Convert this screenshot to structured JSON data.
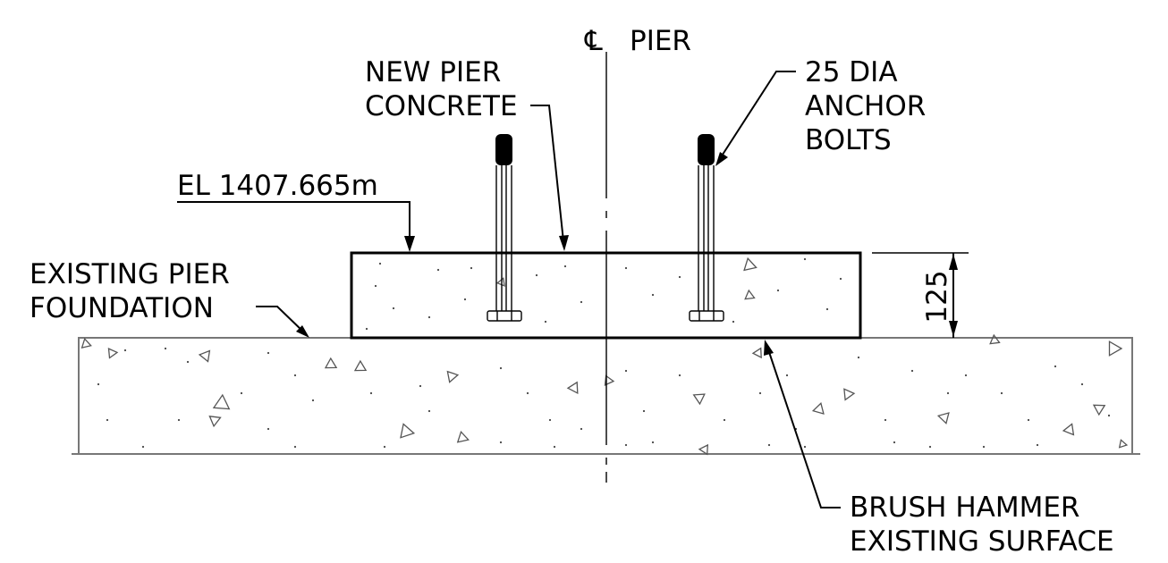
{
  "labels": {
    "centerline_symbol": "℄",
    "centerline": "PIER",
    "new_pier_line1": "NEW PIER",
    "new_pier_line2": "CONCRETE",
    "anchor_line1": "25 DIA",
    "anchor_line2": "ANCHOR",
    "anchor_line3": "BOLTS",
    "elevation": "EL 1407.665m",
    "existing_line1": "EXISTING PIER",
    "existing_line2": "FOUNDATION",
    "dimension": "125",
    "brush_line1": "BRUSH HAMMER",
    "brush_line2": "EXISTING SURFACE"
  }
}
